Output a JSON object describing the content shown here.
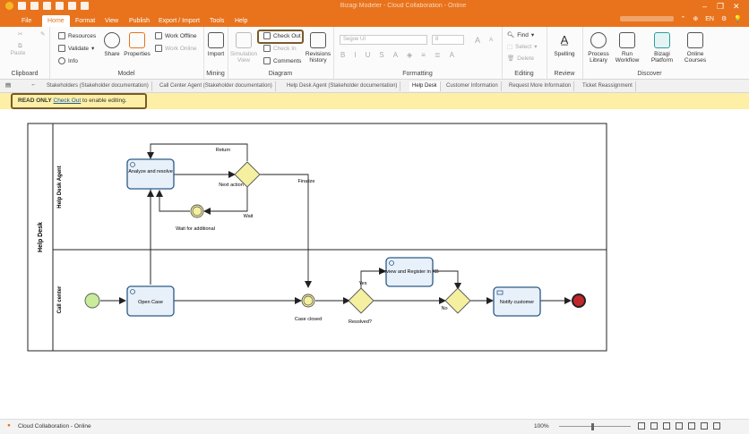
{
  "titlebar": {
    "title": "Bizagi Modeler - Cloud Collaboration - Online"
  },
  "tabs": [
    "File",
    "Home",
    "Format",
    "View",
    "Publish",
    "Export / Import",
    "Tools",
    "Help"
  ],
  "tabbar_right": {
    "language": "EN"
  },
  "ribbon": {
    "clipboard": {
      "name": "Clipboard",
      "paste": "Paste"
    },
    "model": {
      "name": "Model",
      "resources": "Resources",
      "validate": "Validate",
      "info": "Info",
      "share": "Share",
      "properties": "Properties",
      "work_online": "Work Offline",
      "work_online2": "Work Online"
    },
    "mining": {
      "name": "Mining",
      "import": "Import"
    },
    "diagram": {
      "name": "Diagram",
      "simulation": "Simulation View",
      "check_out": "Check Out",
      "check_in": "Check In",
      "comments": "Comments",
      "revisions": "Revisions history"
    },
    "formatting": {
      "name": "Formatting",
      "font": "Segoe UI",
      "size": "8"
    },
    "editing": {
      "name": "Editing",
      "find": "Find",
      "select": "Select",
      "delete": "Delete"
    },
    "review": {
      "name": "Review",
      "spelling": "Spelling"
    },
    "discover": {
      "name": "Discover",
      "process_library": "Process Library",
      "run_workflow": "Run Workflow",
      "bizagi_platform": "Bizagi Platform",
      "online_courses": "Online Courses"
    }
  },
  "doc_tabs": [
    "Stakeholders (Stakeholder documentation)",
    "Call Center Agent (Stakeholder documentation)",
    "Help Desk Agent (Stakeholder documentation)",
    "Help Desk",
    "Customer Information",
    "Request More Information",
    "Ticket Reassignment"
  ],
  "readonly": {
    "label": "READ ONLY",
    "link": "Check Out",
    "rest": "to enable editing."
  },
  "diagram": {
    "pool": "Help Desk",
    "lanes": [
      "Help Desk Agent",
      "Call center"
    ],
    "tasks": {
      "analyze": "Analyze and resolve",
      "open": "Open Case",
      "review": "Review and Register in KB",
      "notify": "Notify customer"
    },
    "labels": {
      "return": "Return",
      "next": "Next action",
      "wait": "Wait",
      "finalize": "Finalize",
      "wait_event": "Wait for additional",
      "case_closed": "Case closed",
      "resolved": "Resolved?",
      "yes": "Yes",
      "no": "No"
    }
  },
  "status": {
    "left": "Cloud Collaboration - Online",
    "zoom": "100%"
  },
  "colors": {
    "accent": "#e8731c",
    "task_fill": "#e8f0fa",
    "task_border": "#2b5b87",
    "gateway": "#f4f0a0",
    "start": "#c8ec9a",
    "end": "#c0282c"
  }
}
